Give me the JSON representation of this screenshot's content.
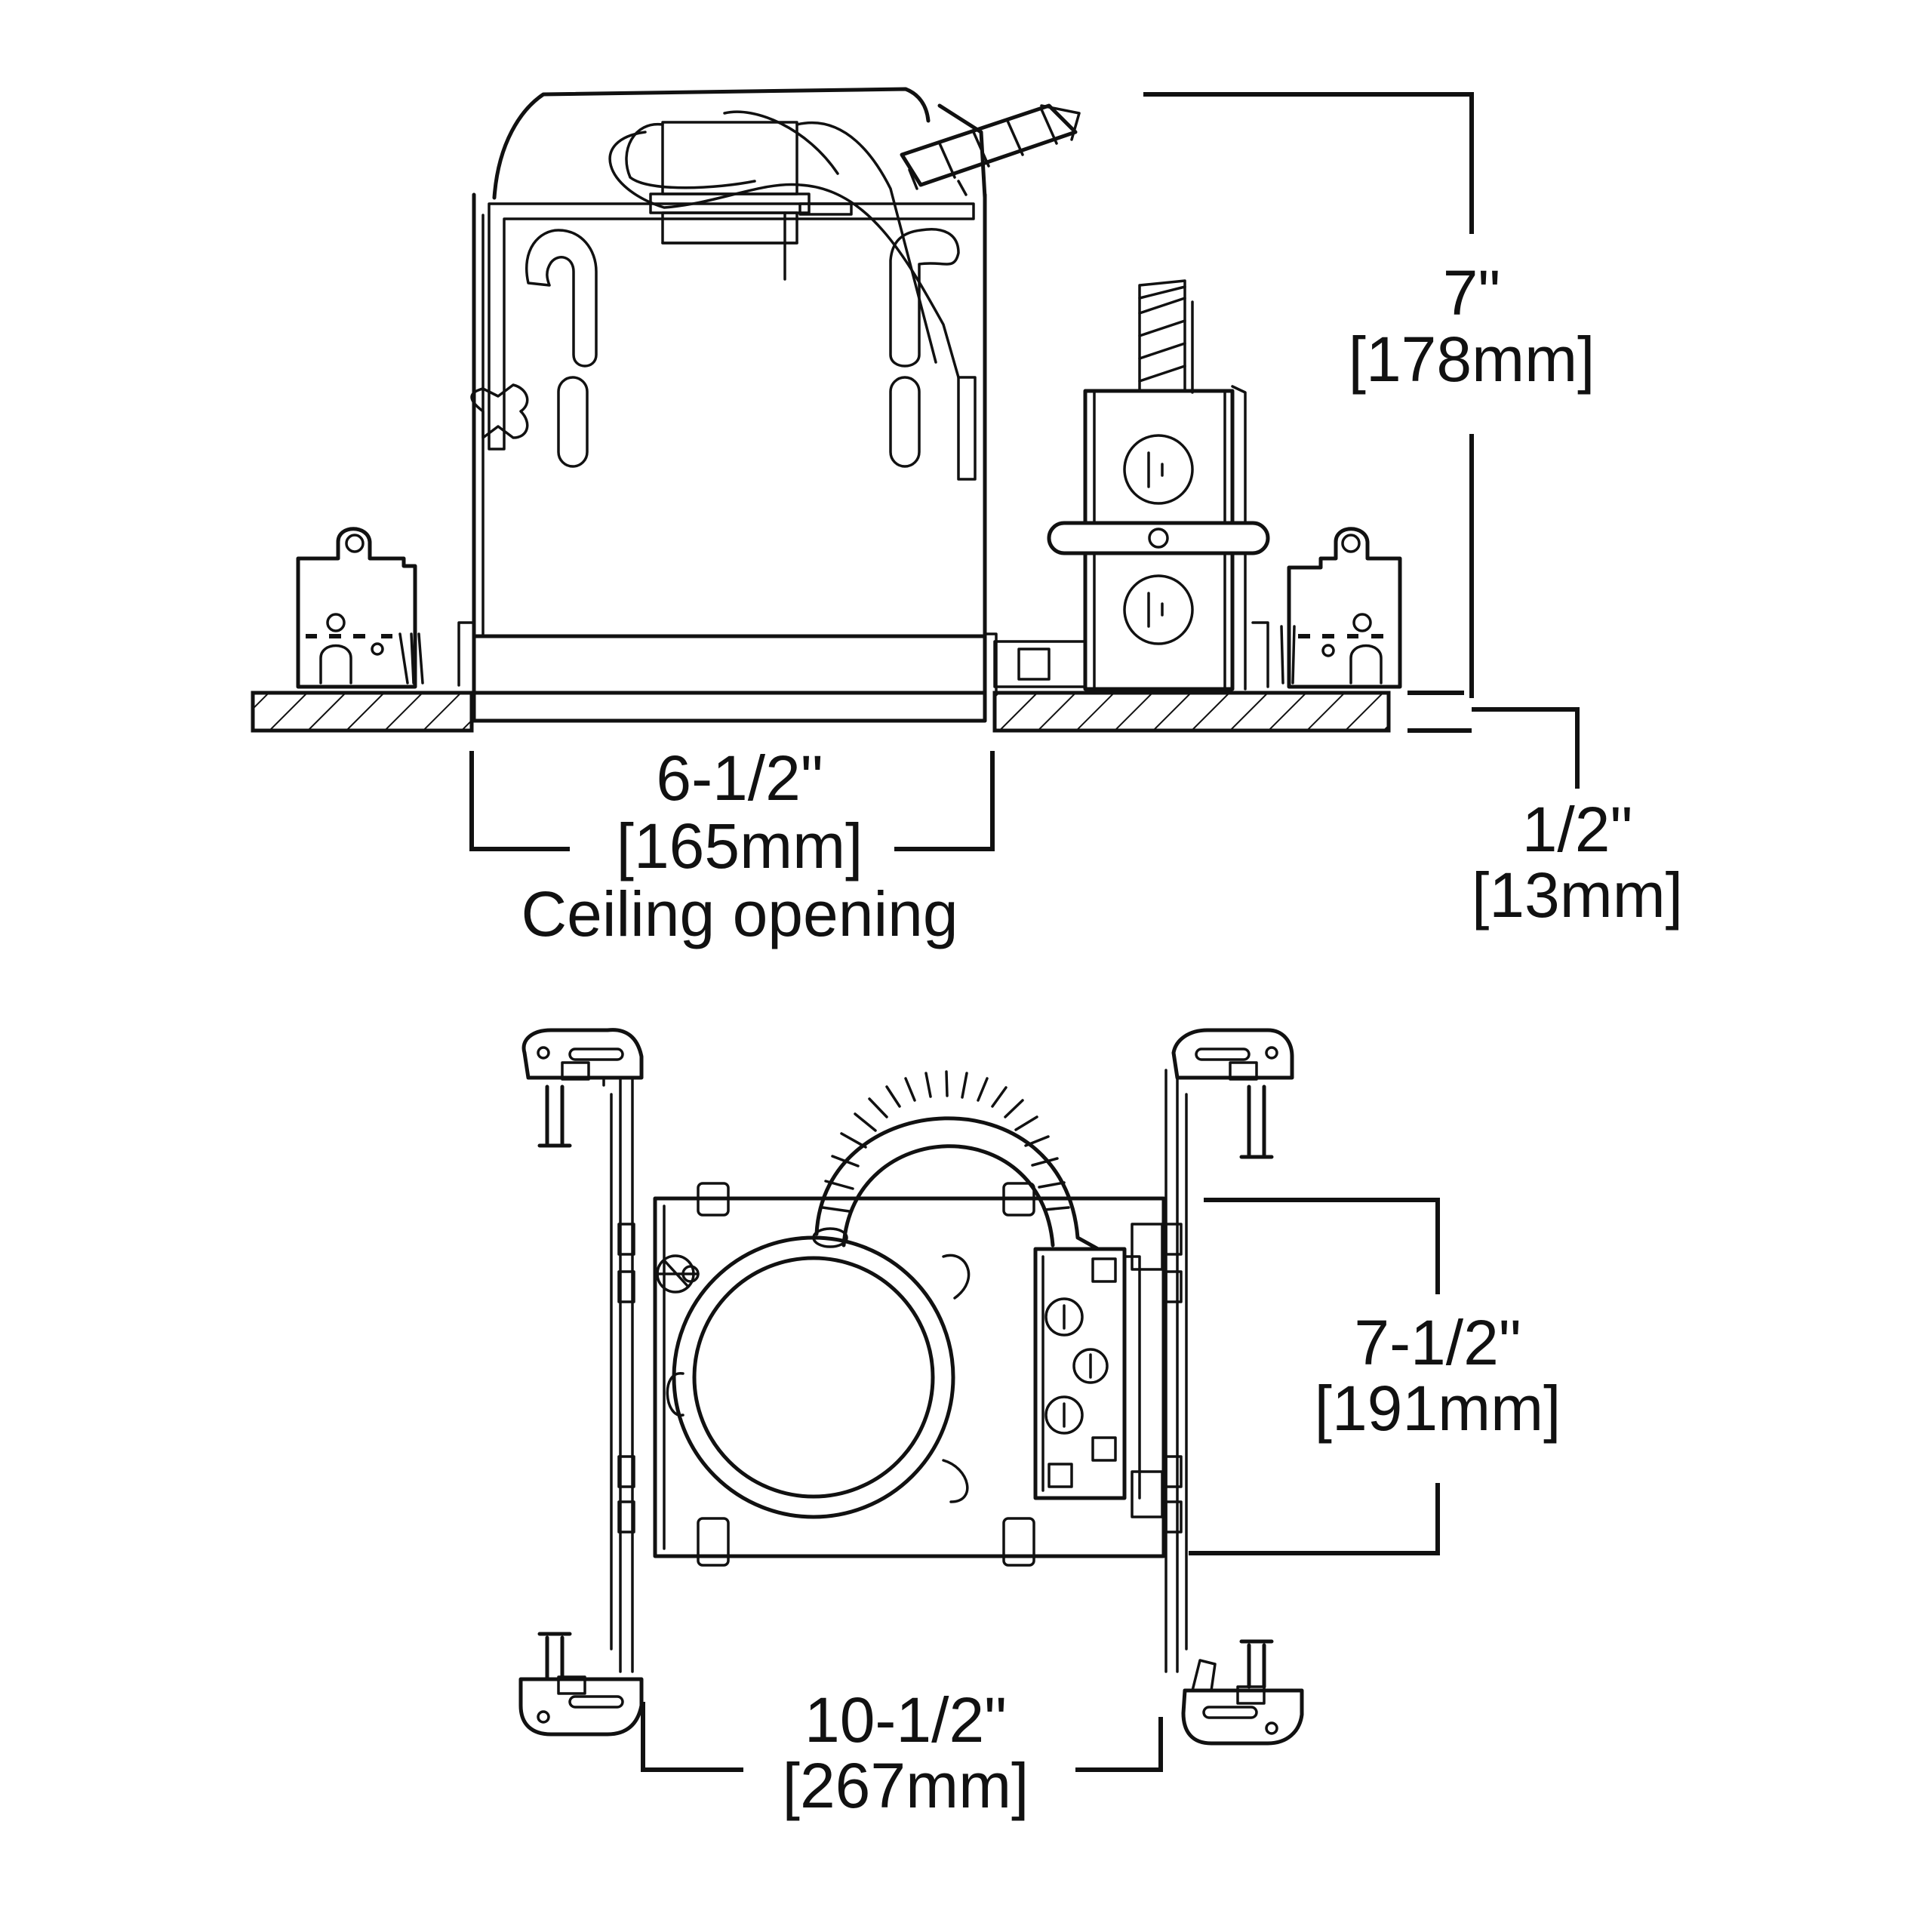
{
  "colors": {
    "line": "#111111",
    "background": "#ffffff"
  },
  "side_view": {
    "height_dim": {
      "imperial": "7\"",
      "metric": "[178mm]"
    },
    "opening_dim": {
      "imperial": "6-1/2\"",
      "metric": "[165mm]",
      "caption": "Ceiling opening"
    },
    "ceiling_dim": {
      "imperial": "1/2\"",
      "metric": "[13mm]"
    }
  },
  "top_view": {
    "depth_dim": {
      "imperial": "7-1/2\"",
      "metric": "[191mm]"
    },
    "width_dim": {
      "imperial": "10-1/2\"",
      "metric": "[267mm]"
    }
  }
}
